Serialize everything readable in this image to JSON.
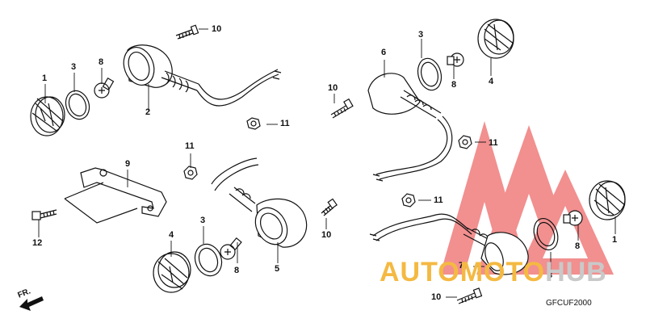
{
  "callouts": {
    "c1_left": "1",
    "c2": "2",
    "c3_left_top": "3",
    "c8_left_top": "8",
    "c10_top": "10",
    "c9": "9",
    "c12": "12",
    "c11_mid": "11",
    "c4_bottom": "4",
    "c3_bottom": "3",
    "c8_bottom": "8",
    "c5": "5",
    "c10_mid": "10",
    "c6": "6",
    "c3_right_top": "3",
    "c8_right_top": "8",
    "c4_right_top": "4",
    "c10_right": "10",
    "c11_right_top": "11",
    "c11_right_mid": "11",
    "c1_right": "1",
    "c8_right_bottom": "8",
    "c7": "7",
    "c3_right_bottom": "3",
    "c10_bottom": "10"
  },
  "diagram_code": "GFCUF2000",
  "front_marker": "FR.",
  "watermark": {
    "part1": "AUTOMOTO",
    "part2": "HUB",
    "color_accent": "#f4b942",
    "color_grey": "#c9c9c9",
    "logo_color": "#f07c7c"
  }
}
